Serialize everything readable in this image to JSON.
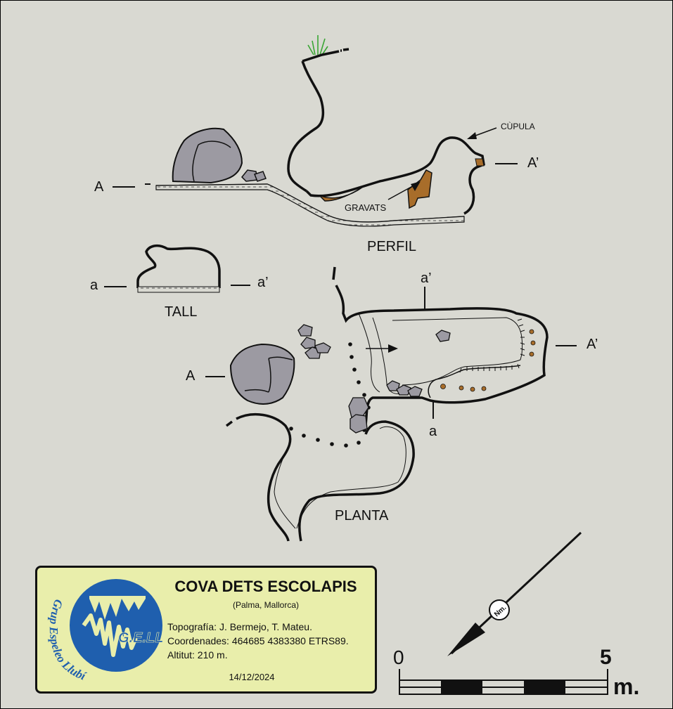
{
  "labels": {
    "A_profile": "A",
    "A_prime_profile": "A’",
    "cupula": "CÙPULA",
    "gravats": "GRAVATS",
    "perfil": "PERFIL",
    "a_tall": "a",
    "a_prime_tall": "a’",
    "tall": "TALL",
    "A_plan": "A",
    "A_prime_plan": "A’",
    "a_prime_plan": "a’",
    "a_plan": "a",
    "planta": "PLANTA"
  },
  "legend": {
    "title": "COVA DETS ESCOLAPIS",
    "location": "(Palma, Mallorca)",
    "topography": "Topografía: J. Bermejo, T. Mateu.",
    "coordinates": "Coordenades: 464685 4383380 ETRS89.",
    "altitude": "Altitut: 210 m.",
    "date": "14/12/2024"
  },
  "logo": {
    "ring_text": "Grup Espeleo Llubí",
    "initials": "G.E.LL."
  },
  "north": {
    "label": "Nm."
  },
  "scale": {
    "start": "0",
    "end": "5",
    "unit": "m."
  },
  "colors": {
    "background": "#d9d9d2",
    "legend_fill": "#e9eeab",
    "logo_blue": "#1f5fae",
    "engravings": "#a86d2a",
    "boulder": "#9c9aa2"
  }
}
